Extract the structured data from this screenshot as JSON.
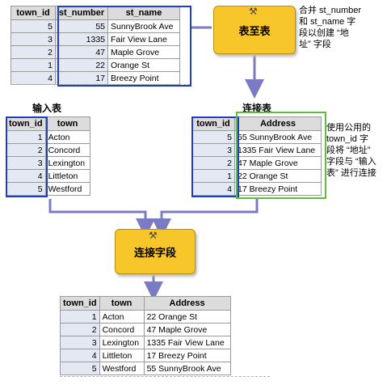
{
  "table_source": {
    "headers": [
      "town_id",
      "st_number",
      "st_name"
    ],
    "rows": [
      [
        "5",
        "55",
        "SunnyBrook Ave"
      ],
      [
        "3",
        "1335",
        "Fair View Lane"
      ],
      [
        "2",
        "47",
        "Maple Grove"
      ],
      [
        "1",
        "22",
        "Orange St"
      ],
      [
        "4",
        "17",
        "Breezy Point"
      ]
    ]
  },
  "tool_table_to_table": {
    "label": "表至表"
  },
  "note_merge": {
    "lines": [
      "合并 st_number",
      "和 st_name 字",
      "段以创建 “地",
      "址” 字段"
    ]
  },
  "label_input": "输入表",
  "table_input": {
    "headers": [
      "town_id",
      "town"
    ],
    "rows": [
      [
        "1",
        "Acton"
      ],
      [
        "2",
        "Concord"
      ],
      [
        "3",
        "Lexington"
      ],
      [
        "4",
        "Littleton"
      ],
      [
        "5",
        "Westford"
      ]
    ]
  },
  "label_join": "连接表",
  "table_join": {
    "headers": [
      "town_id",
      "Address"
    ],
    "rows": [
      [
        "5",
        "55 SunnyBrook Ave"
      ],
      [
        "3",
        "1335 Fair View Lane"
      ],
      [
        "2",
        "47 Maple Grove"
      ],
      [
        "1",
        "22 Orange St"
      ],
      [
        "4",
        "17 Breezy Point"
      ]
    ]
  },
  "note_join": {
    "lines": [
      "使用公用的",
      "town_id 字",
      "段将 “地址”",
      "字段与 “输入",
      "表” 进行连接"
    ]
  },
  "tool_join_field": {
    "label": "连接字段"
  },
  "table_result": {
    "headers": [
      "town_id",
      "town",
      "Address"
    ],
    "rows": [
      [
        "1",
        "Acton",
        "22 Orange St"
      ],
      [
        "2",
        "Concord",
        "47 Maple Grove"
      ],
      [
        "3",
        "Lexington",
        "1335 Fair View Lane"
      ],
      [
        "4",
        "Littleton",
        "17 Breezy Point"
      ],
      [
        "5",
        "Westford",
        "55 SunnyBrook Ave"
      ]
    ]
  },
  "colors": {
    "tool_fill": "#f7c62a",
    "arrow": "#7b7bc4",
    "highlight_blue": "#1f3fbf",
    "highlight_green": "#5cbf3a",
    "key_fill": "#e4e8f3"
  }
}
